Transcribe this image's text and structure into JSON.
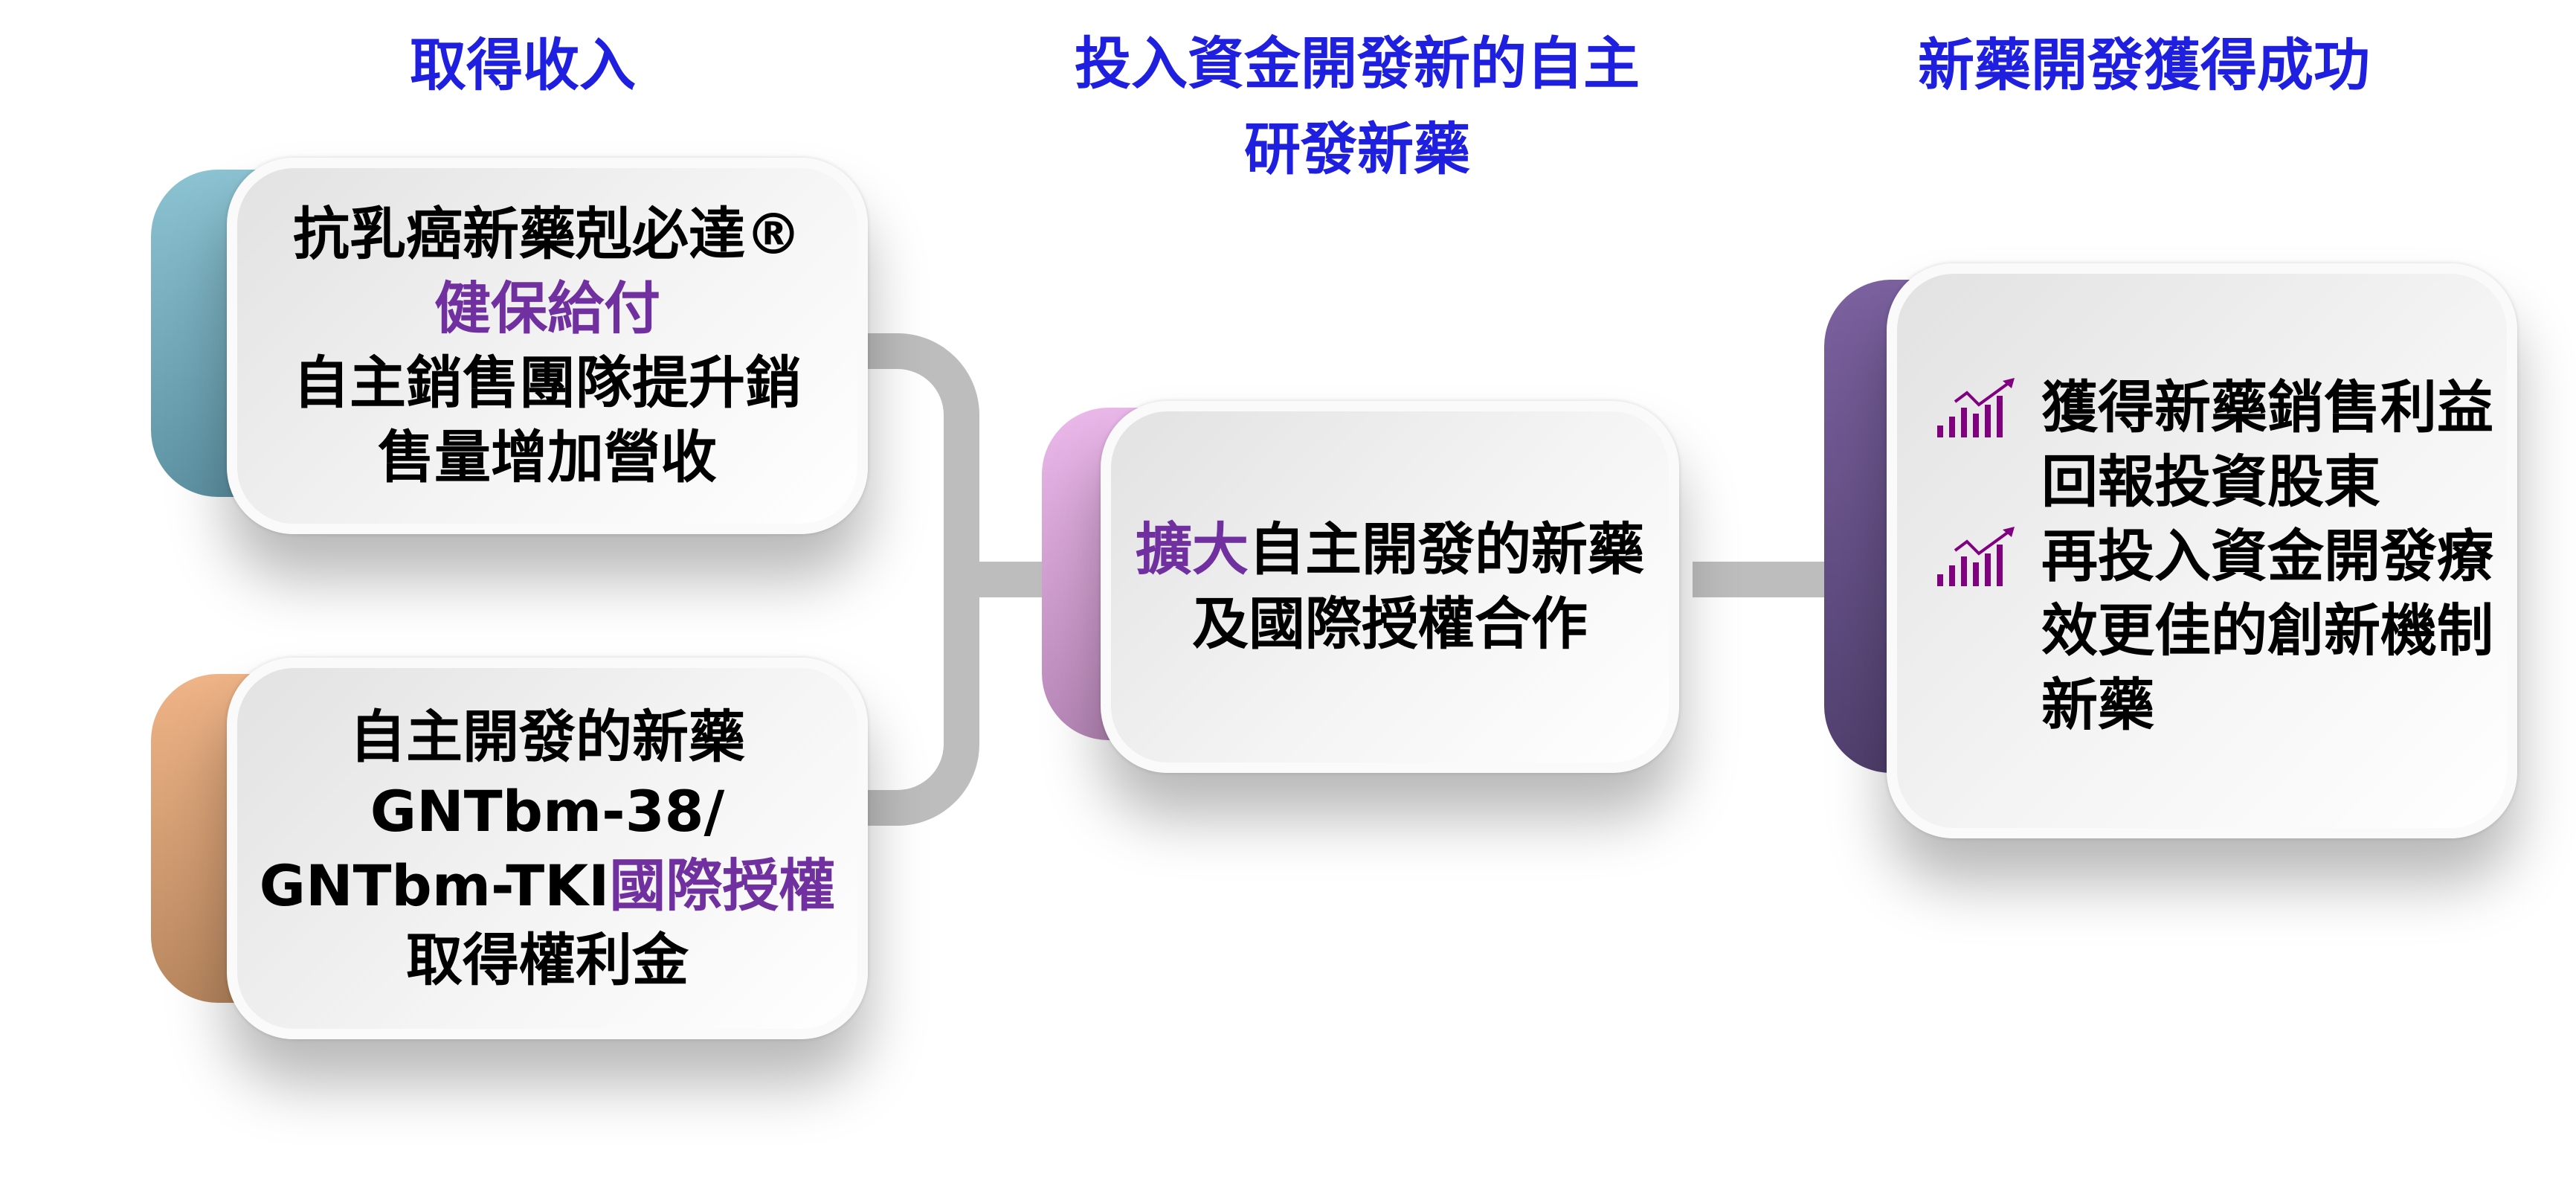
{
  "headers": {
    "col1": "取得收入",
    "col2_line1": "投入資金開發新的自主",
    "col2_line2": "研發新藥",
    "col3": "新藥開發獲得成功"
  },
  "box_revenue_sales": {
    "line1": "抗乳癌新藥剋必達®",
    "line2": "健保給付",
    "line3": "自主銷售團隊提升銷",
    "line4": "售量增加營收"
  },
  "box_licensing": {
    "line1": "自主開發的新藥",
    "line2": "GNTbm-38/",
    "line3a": "GNTbm-TKI",
    "line3b": "國際授權",
    "line4": "取得權利金"
  },
  "box_expand": {
    "line1a": "擴大",
    "line1b": "自主開發的新藥",
    "line2": "及國際授權合作"
  },
  "box_success": {
    "bullet1_line1": "獲得新藥銷售利益",
    "bullet1_line2": "回報投資股東",
    "bullet2_line1": "再投入資金開發療",
    "bullet2_line2": "效更佳的創新機制",
    "bullet2_line3": "新藥"
  },
  "colors": {
    "header": "#1f1fe0",
    "highlight": "#7030a0",
    "tab_teal": "#6fa8b8",
    "tab_orange": "#d9a070",
    "tab_pink": "#d9a0d8",
    "tab_purple": "#6a4f8c",
    "icon": "#800080"
  }
}
